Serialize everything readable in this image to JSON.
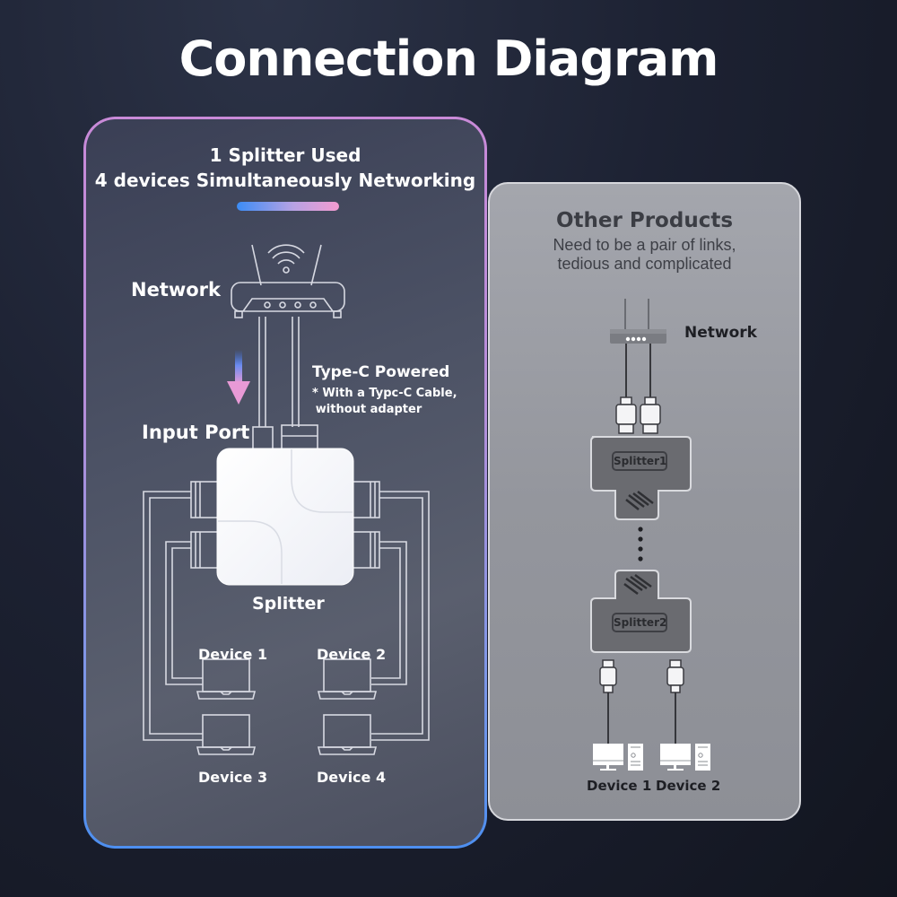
{
  "title": "Connection Diagram",
  "left_panel": {
    "heading_line1": "1 Splitter Used",
    "heading_line2": "4 devices Simultaneously Networking",
    "accent_gradient": [
      "#3b8cf5",
      "#f39bd0"
    ],
    "network_label": "Network",
    "power_label": "Type-C Powered",
    "power_note_line1": "* With a Typc-C Cable,",
    "power_note_line2": "without adapter",
    "input_label": "Input Port",
    "splitter_label": "Splitter",
    "devices": [
      "Device 1",
      "Device 2",
      "Device 3",
      "Device 4"
    ],
    "icons": [
      "router-icon",
      "wifi-icon",
      "arrow-down-icon",
      "splitter-icon",
      "laptop-icon"
    ]
  },
  "right_panel": {
    "heading": "Other Products",
    "subtitle_line1": "Need to be a pair of links,",
    "subtitle_line2": "tedious and complicated",
    "network_label": "Network",
    "splitters": [
      "Splitter1",
      "Splitter2"
    ],
    "devices": [
      "Device 1",
      "Device 2"
    ],
    "icons": [
      "router-icon",
      "rj45-plug-icon",
      "desktop-pc-icon"
    ]
  }
}
